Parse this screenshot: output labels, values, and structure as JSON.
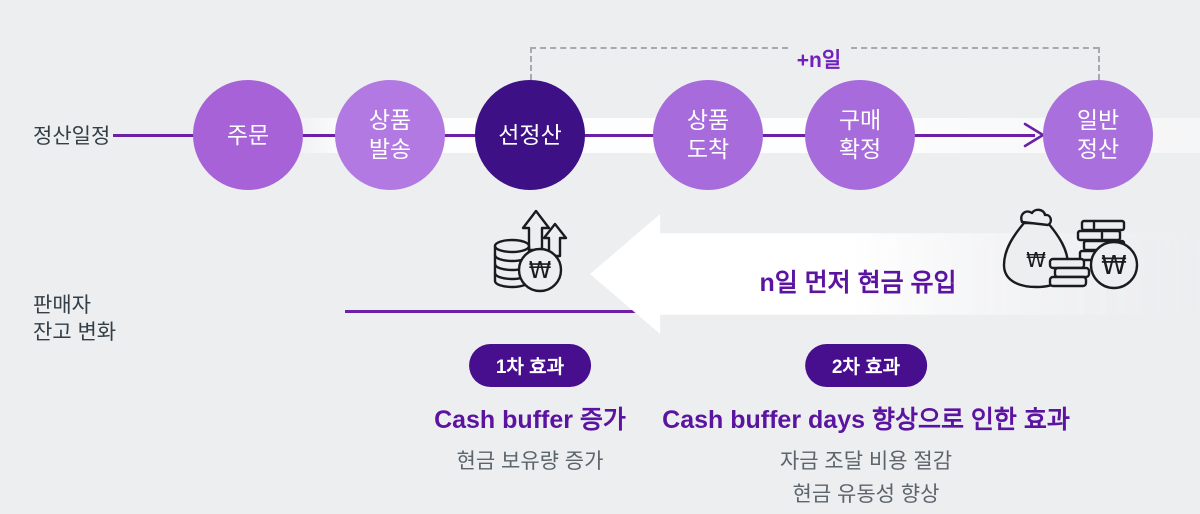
{
  "colors": {
    "background": "#edeef0",
    "timeline_line": "#6d1fa6",
    "dashed_line": "#a6aaae",
    "accent_text": "#5b149f",
    "n_day_text": "#7120bb",
    "badge_background": "#470e8e",
    "muted_text": "#5c646c",
    "label_text": "#333e46",
    "icon_stroke": "#1a1b1f",
    "dark_step": "#3d1085",
    "light_step": "#a76bdc"
  },
  "timeline": {
    "row_label": "정산일정",
    "duration_label": "+n일",
    "steps": [
      {
        "lines": [
          "주문"
        ],
        "color": "#a762d8"
      },
      {
        "lines": [
          "상품",
          "발송"
        ],
        "color": "#b279e2"
      },
      {
        "lines": [
          "선정산"
        ],
        "color": "#3d1085"
      },
      {
        "lines": [
          "상품",
          "도착"
        ],
        "color": "#a76bdc"
      },
      {
        "lines": [
          "구매",
          "확정"
        ],
        "color": "#a76bdc"
      },
      {
        "lines": [
          "일반",
          "정산"
        ],
        "color": "#a96fdc"
      }
    ]
  },
  "seller": {
    "row_label_lines": [
      "판매자",
      "잔고 변화"
    ],
    "arrow_text": "n일 먼저 현금 유입"
  },
  "icons": {
    "coin_stack_increase": "coin-stack-with-up-arrows",
    "money_bag": "money-bag-with-coins",
    "won_symbol": "₩"
  },
  "effects": [
    {
      "badge": "1차 효과",
      "title": "Cash buffer 증가",
      "details": [
        "현금 보유량 증가"
      ]
    },
    {
      "badge": "2차 효과",
      "title": "Cash buffer days 향상으로 인한 효과",
      "details": [
        "자금 조달 비용 절감",
        "현금 유동성 향상"
      ]
    }
  ]
}
